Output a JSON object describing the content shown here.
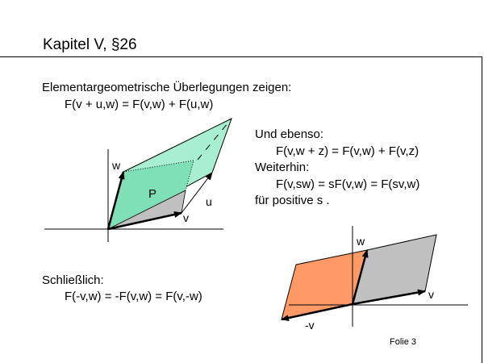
{
  "title": "Kapitel V, §26",
  "intro": "Elementargeometrische Überlegungen zeigen:",
  "formula1": "F(v + u,w) = F(v,w) + F(u,w)",
  "und_ebenso": "Und ebenso:",
  "formula2": "F(v,w + z) = F(v,w) + F(v,z)",
  "weiterhin": "Weiterhin:",
  "formula3": "F(v,sw) = sF(v,w) = F(sv,w)",
  "positive": "für positive s .",
  "schliesslich": "Schließlich:",
  "formula4": "F(-v,w) = -F(v,w) = F(v,-w)",
  "diagram1": {
    "w": "w",
    "v": "v",
    "u": "u",
    "p": "P"
  },
  "diagram2": {
    "w": "w",
    "v": "v",
    "neg_v": "-v"
  },
  "footer": "Folie 3",
  "colors": {
    "green": "#7fe0b8",
    "gray": "#c0c0c0",
    "orange": "#ff9966"
  }
}
